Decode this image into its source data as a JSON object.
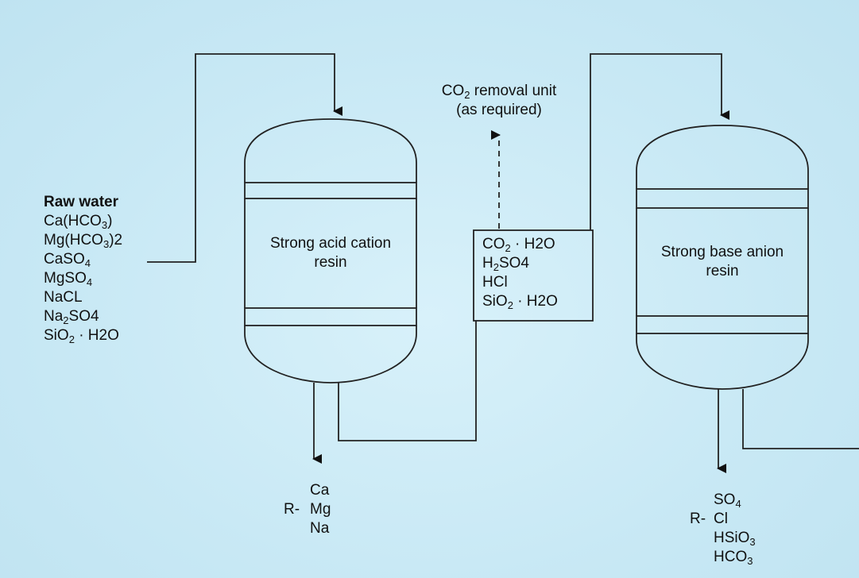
{
  "raw_water": {
    "title": "Raw water",
    "items": [
      {
        "pre": "Ca(HCO",
        "sub": "3",
        "post": ")"
      },
      {
        "pre": "Mg(HCO",
        "sub": "3",
        "post": ")2"
      },
      {
        "pre": "CaSO",
        "sub": "4",
        "post": ""
      },
      {
        "pre": "MgSO",
        "sub": "4",
        "post": ""
      },
      {
        "pre": "NaCL",
        "sub": "",
        "post": ""
      },
      {
        "pre": "Na",
        "sub": "2",
        "post": "SO4"
      },
      {
        "pre": "SiO",
        "sub": "2",
        "post": " · H2O"
      }
    ]
  },
  "cation_vessel": {
    "label_line1": "Strong acid cation",
    "label_line2": "resin"
  },
  "anion_vessel": {
    "label_line1": "Strong base anion",
    "label_line2": "resin"
  },
  "co2_unit": {
    "line1_pre": "CO",
    "line1_sub": "2",
    "line1_post": " removal unit",
    "line2": "(as required)"
  },
  "intermediate_box": {
    "items": [
      {
        "pre": "CO",
        "sub": "2",
        "post": " · H2O"
      },
      {
        "pre": "H",
        "sub": "2",
        "post": "SO4"
      },
      {
        "pre": "HCl",
        "sub": "",
        "post": ""
      },
      {
        "pre": "SiO",
        "sub": "2",
        "post": " · H2O"
      }
    ]
  },
  "cation_output": {
    "prefix": "R-",
    "items": [
      "Ca",
      "Mg",
      "Na"
    ]
  },
  "anion_output": {
    "prefix": "R-",
    "items": [
      {
        "pre": "SO",
        "sub": "4"
      },
      {
        "pre": "Cl",
        "sub": ""
      },
      {
        "pre": "HSiO",
        "sub": "3"
      },
      {
        "pre": "HCO",
        "sub": "3"
      }
    ]
  }
}
